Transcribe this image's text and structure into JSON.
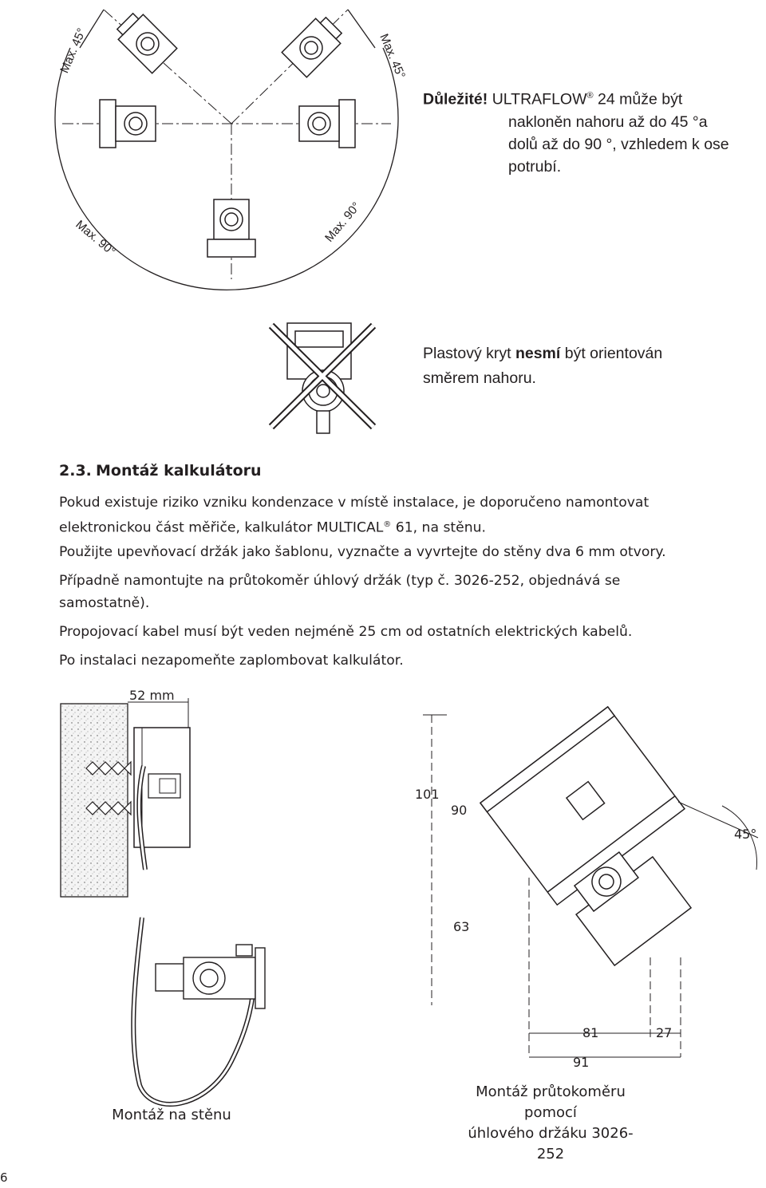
{
  "top_figure": {
    "angle_labels": [
      "Max. 45°",
      "Max. 45°",
      "Max. 90°",
      "Max. 90°"
    ]
  },
  "note_important": {
    "label": "Důležité!",
    "product": "ULTRAFLOW",
    "registered_mark": "®",
    "line1_rest": " 24 může být",
    "line2": "nakloněn nahoru až do 45 °a",
    "line3": "dolů až do 90 °, vzhledem k ose",
    "line4": "potrubí."
  },
  "note_cover": {
    "part1": "Plastový kryt ",
    "bold": "nesmí",
    "part2": " být orientován",
    "line2": "směrem nahoru."
  },
  "section": {
    "number": "2.3.",
    "title": "Montáž kalkulátoru",
    "p1_line1": "Pokud existuje riziko vzniku kondenzace v místě instalace, je doporučeno namontovat",
    "p1_line2a": "elektronickou část měřiče, kalkulátor MULTICAL",
    "p1_mark": "®",
    "p1_line2b": " 61, na stěnu.",
    "p2": "Použijte upevňovací držák jako šablonu, vyznačte a vyvrtejte do stěny dva 6 mm otvory.",
    "p3": "Případně namontujte na průtokoměr úhlový držák (typ č. 3026-252, objednává se samostatně).",
    "p4": "Propojovací kabel musí být veden nejméně 25 cm od ostatních elektrických kabelů.",
    "p5": "Po instalaci nezapomeňte zaplombovat kalkulátor."
  },
  "wall_figure": {
    "dimension": "52 mm",
    "caption": "Montáž na stěnu"
  },
  "bracket_figure": {
    "dims": [
      "101",
      "90",
      "63",
      "81",
      "27",
      "91"
    ],
    "angle": "45°",
    "caption_line1": "Montáž průtokoměru pomocí",
    "caption_line2": "úhlového držáku 3026-252"
  },
  "page_number": "6"
}
